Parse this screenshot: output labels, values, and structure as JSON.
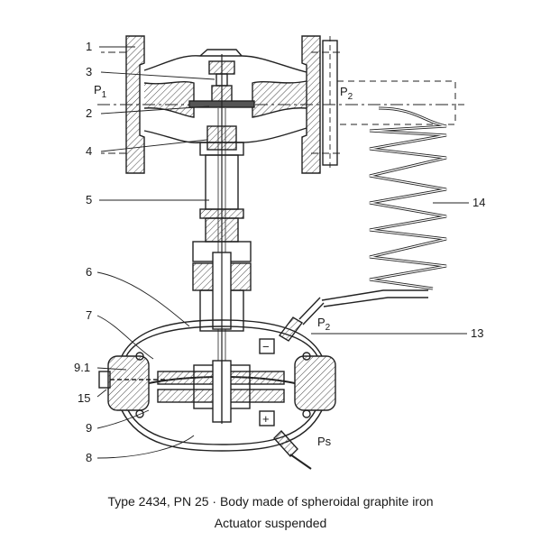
{
  "labels": {
    "l1": "1",
    "l2": "2",
    "l3": "3",
    "l4": "4",
    "l5": "5",
    "l6": "6",
    "l7": "7",
    "l91": "9.1",
    "l15": "15",
    "l9": "9",
    "l8": "8",
    "l14": "14",
    "l13": "13"
  },
  "pressure": {
    "p1": "P",
    "p1_sub": "1",
    "p2_top": "P",
    "p2_top_sub": "2",
    "p2_line": "P",
    "p2_line_sub": "2",
    "ps": "Ps"
  },
  "signs": {
    "minus": "−",
    "plus": "+"
  },
  "caption": {
    "line1": "Type 2434, PN 25 · Body made of spheroidal graphite iron",
    "line2": "Actuator suspended"
  }
}
